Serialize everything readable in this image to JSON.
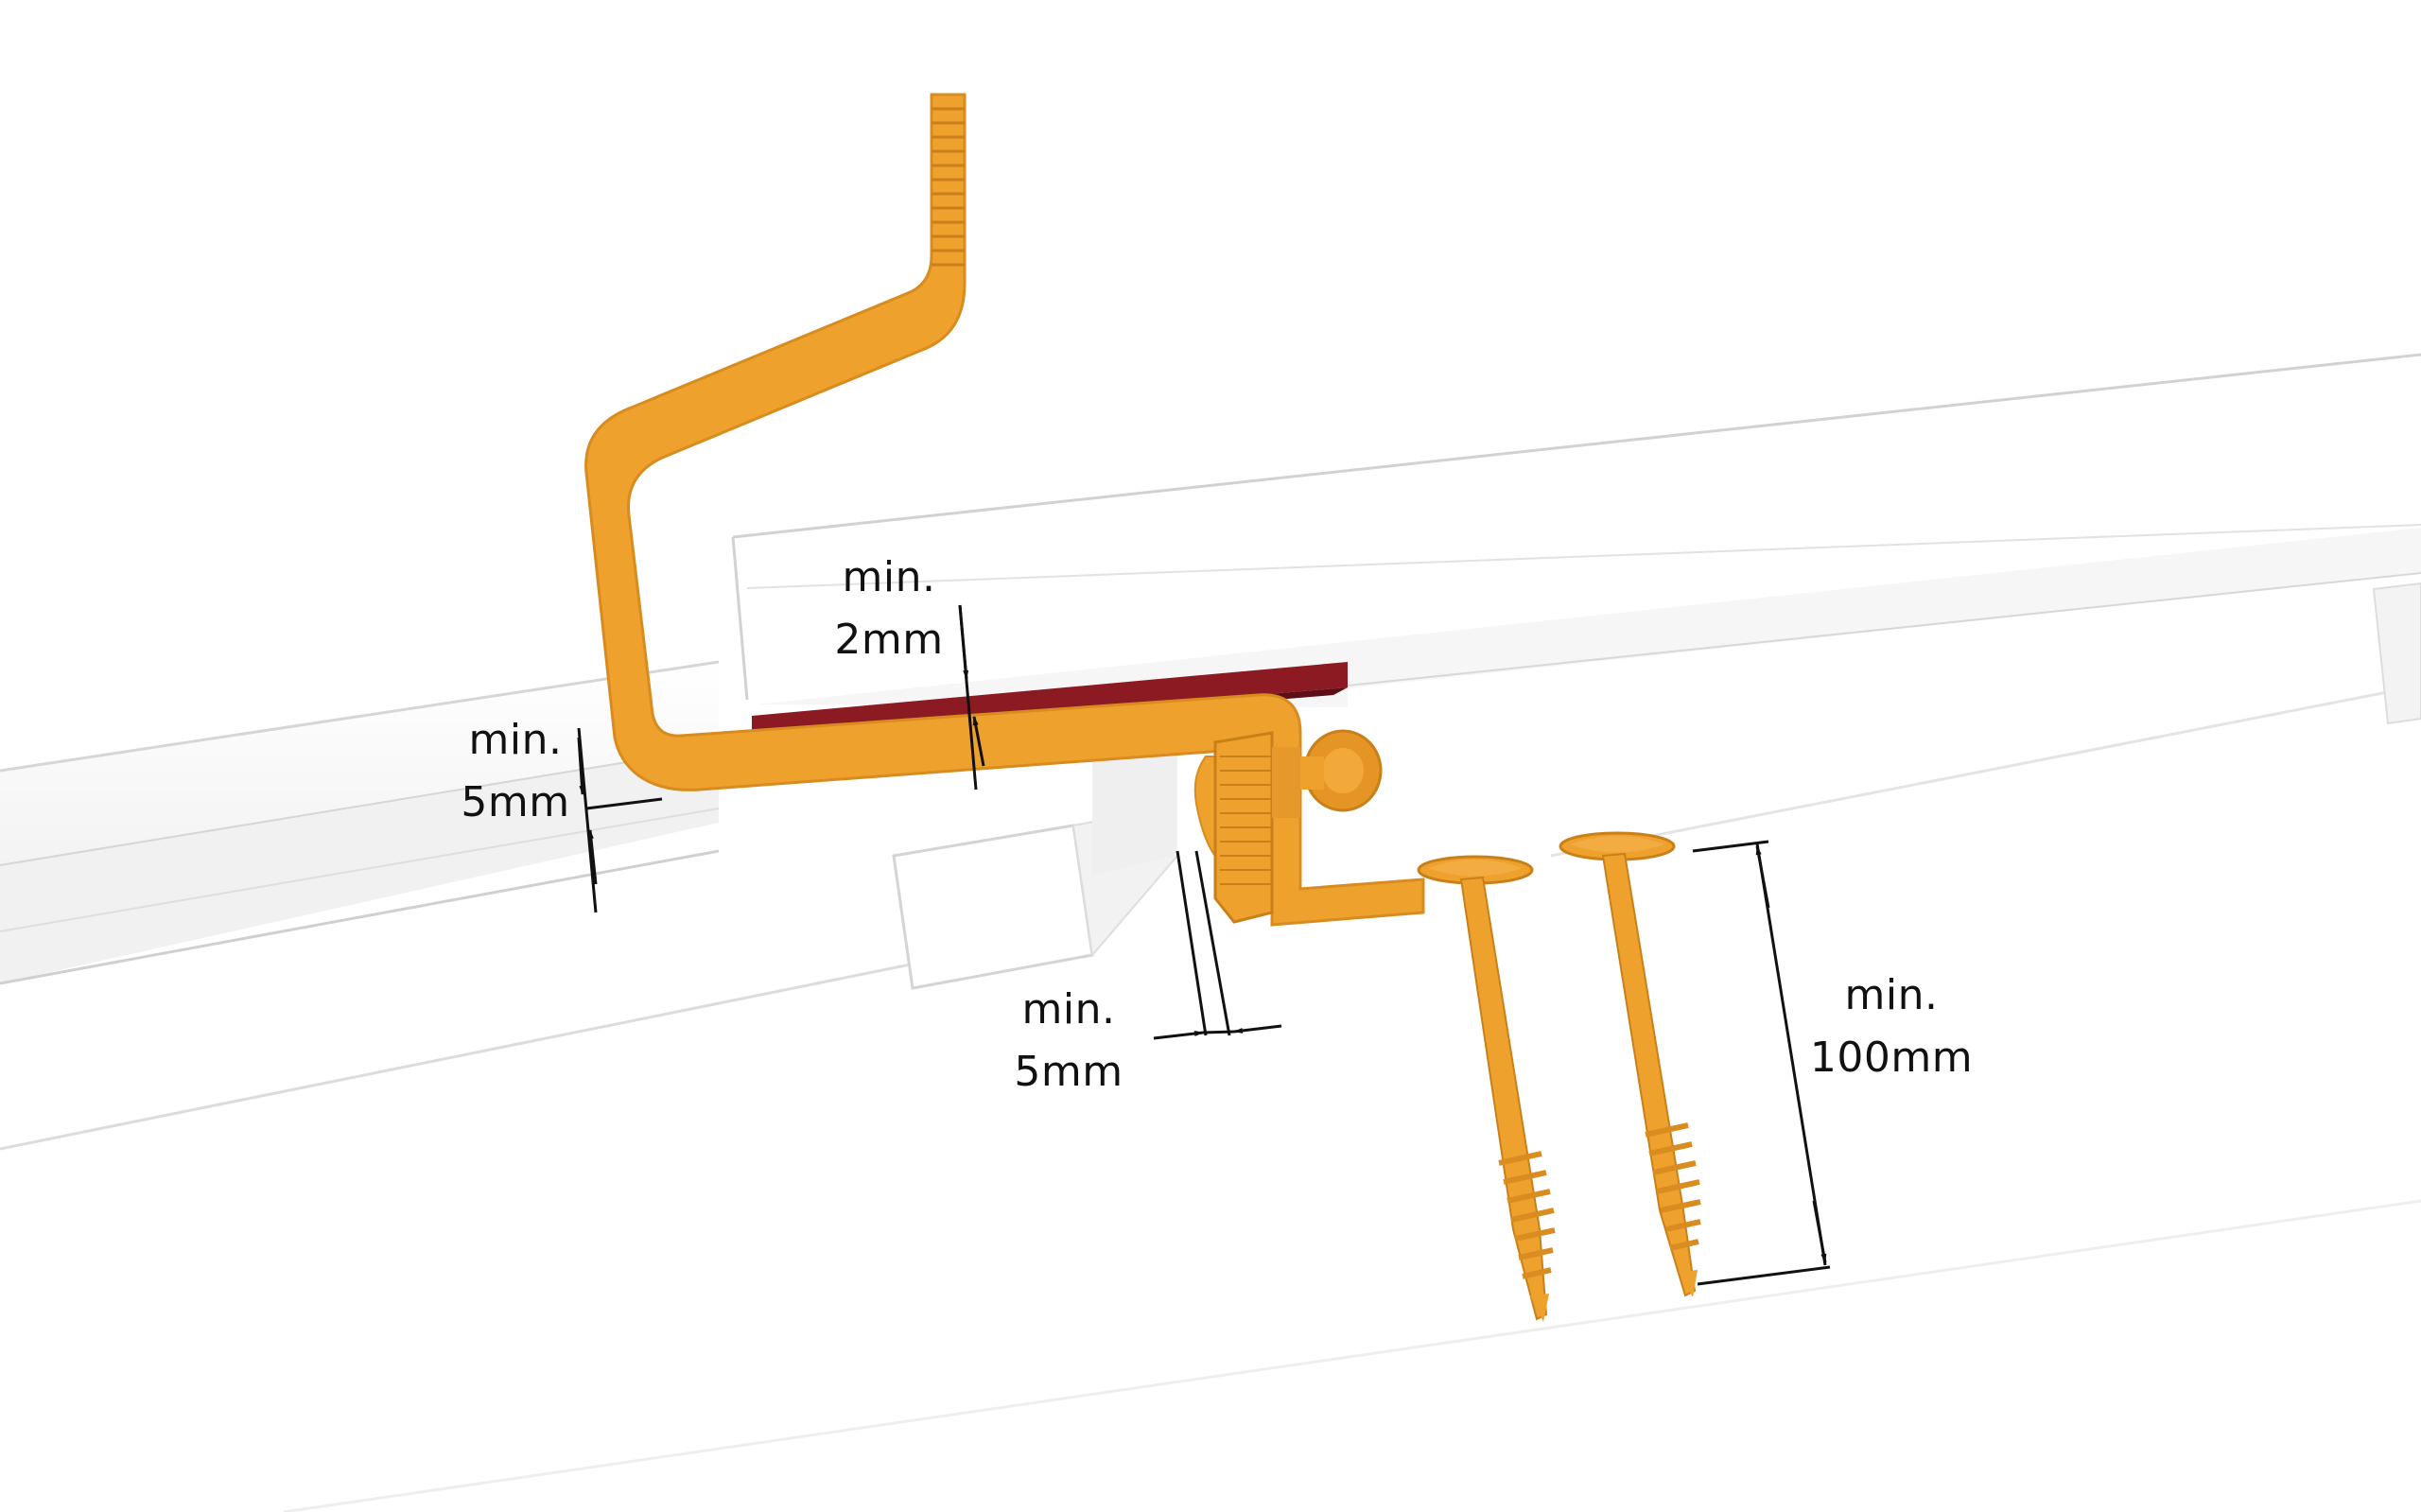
{
  "dimensions": {
    "gap_top": {
      "line1": "min.",
      "line2": "2mm"
    },
    "gap_left": {
      "line1": "min.",
      "line2": "5mm"
    },
    "gap_bottom": {
      "line1": "min.",
      "line2": "5mm"
    },
    "screw_depth": {
      "line1": "min.",
      "line2": "100mm"
    }
  },
  "colors": {
    "hook": "#EFA12E",
    "hook_shade": "#D88C1F",
    "underlay": "#8B1A22",
    "board": "#FFFFFF",
    "board_edge": "#D9D9D9",
    "board_shadow": "#ECECEC",
    "dimension_line": "#111111"
  }
}
